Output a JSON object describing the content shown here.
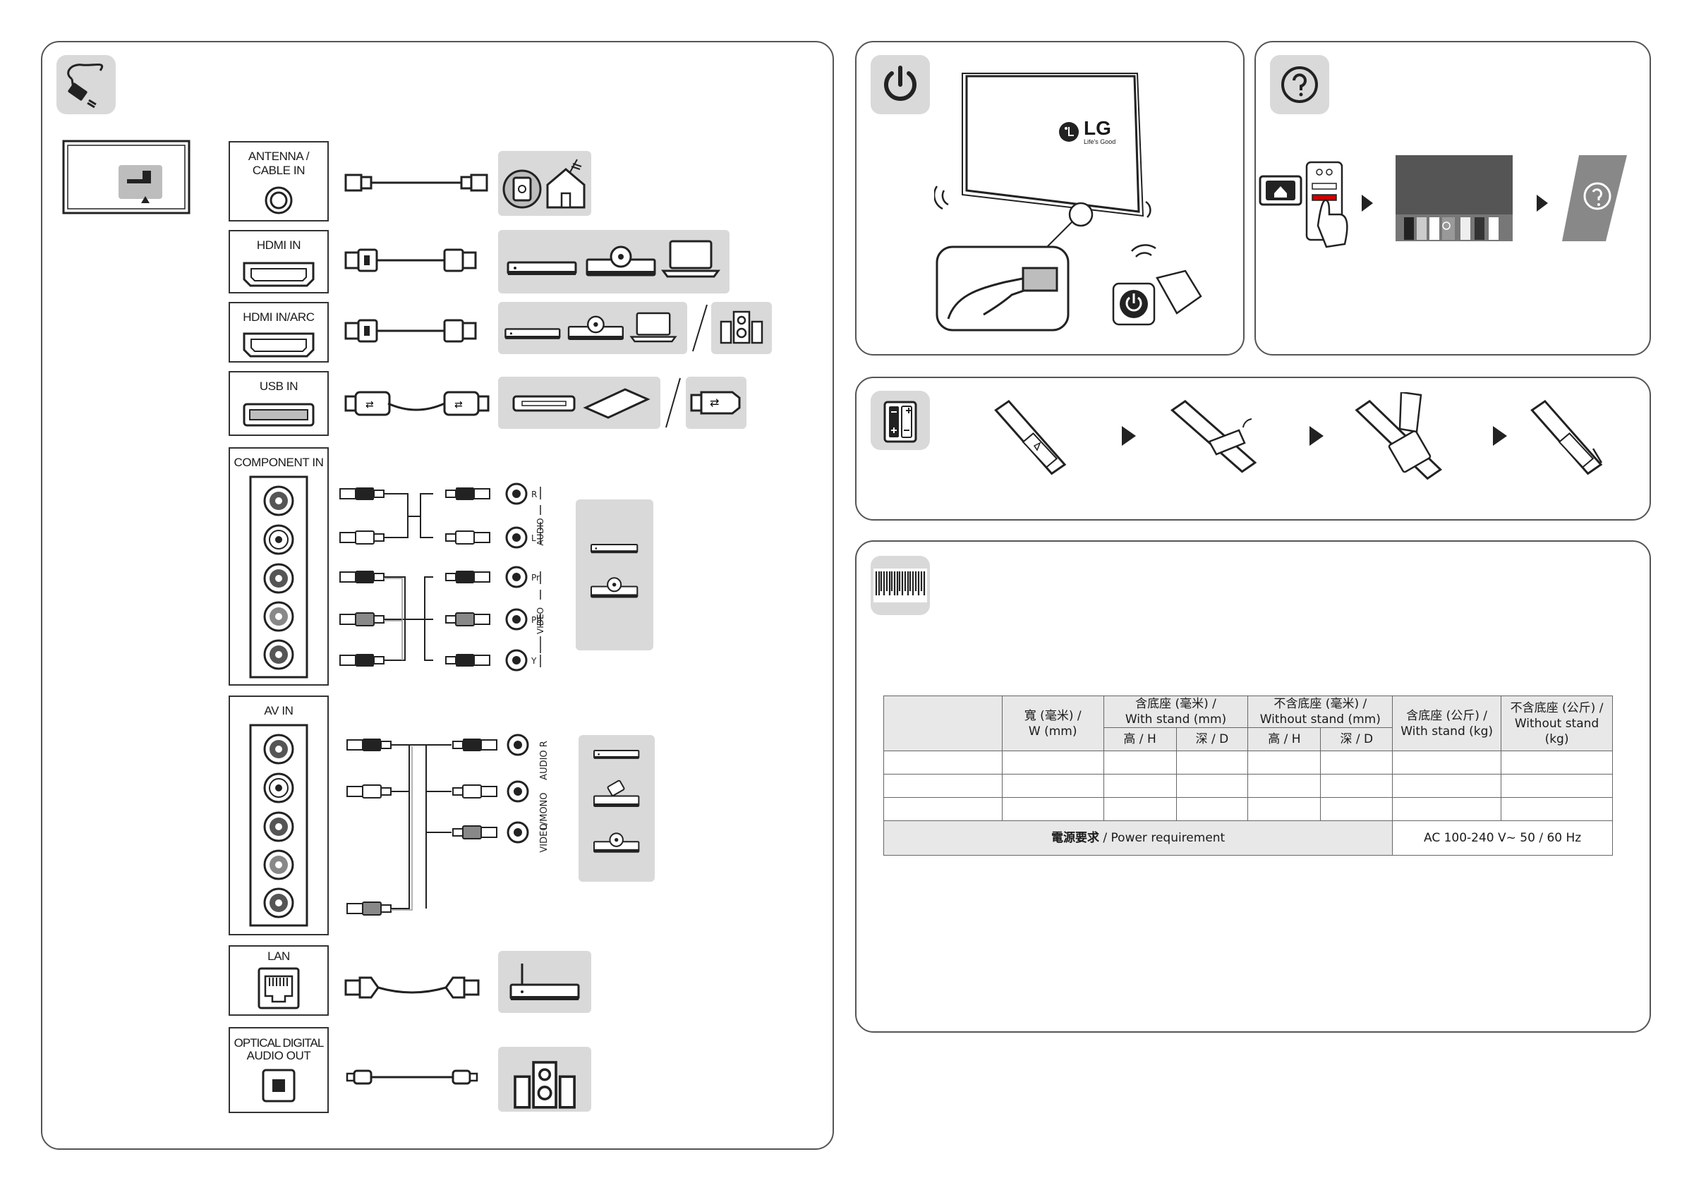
{
  "tv_logo": {
    "brand": "LG",
    "slogan": "Life's Good"
  },
  "connections": {
    "antenna": "ANTENNA / CABLE IN",
    "hdmi": "HDMI IN",
    "hdmi_arc": "HDMI IN/ARC",
    "usb": "USB IN",
    "component": "COMPONENT IN",
    "component_audio": "AUDIO",
    "component_video": "VIDEO",
    "component_jacks": [
      "R",
      "L",
      "Pr",
      "Pb",
      "Y"
    ],
    "av": "AV IN",
    "av_audio_r": "AUDIO R",
    "av_audio_l": "L/MONO",
    "av_video": "VIDEO",
    "lan": "LAN",
    "optical_line1": "OPTICAL DIGITAL",
    "optical_line2": "AUDIO OUT"
  },
  "spec_table": {
    "col_width_zh": "寬 (毫米) /",
    "col_width_en": "W (mm)",
    "col_with_stand_zh": "含底座 (毫米) /",
    "col_with_stand_en": "With stand (mm)",
    "col_without_stand_zh": "不含底座 (毫米) /",
    "col_without_stand_en": "Without stand (mm)",
    "col_weight_with_zh": "含底座 (公斤) /",
    "col_weight_with_en": "With stand (kg)",
    "col_weight_without_zh": "不含底座 (公斤) /",
    "col_weight_without_en": "Without stand (kg)",
    "sub_h": "高 / H",
    "sub_d": "深 / D",
    "power_label_zh": "電源要求",
    "power_label_en": " / Power requirement",
    "power_value": "AC 100-240 V~ 50 / 60 Hz"
  }
}
